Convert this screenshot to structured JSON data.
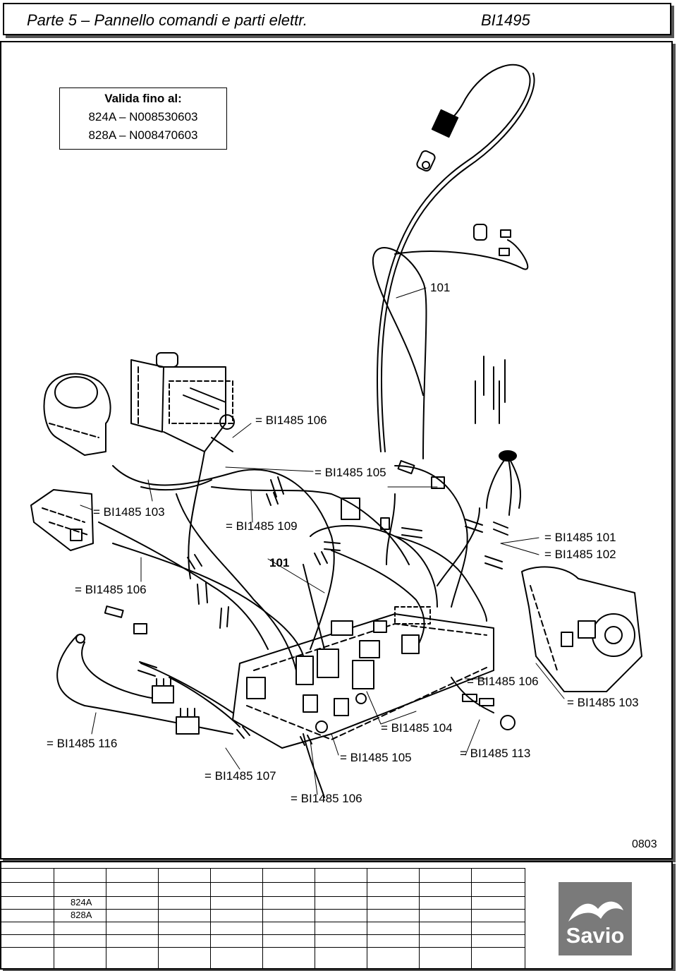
{
  "header": {
    "title": "Parte 5 – Pannello comandi e parti elettr.",
    "code": "BI1495"
  },
  "validity": {
    "title": "Valida fino al:",
    "lines": [
      "824A – N008530603",
      "828A – N008470603"
    ]
  },
  "labels": {
    "l101_top": "101",
    "l_106_a": "= BI1485 106",
    "l_105_a": "= BI1485 105",
    "l_103_a": "= BI1485 103",
    "l_109": "= BI1485 109",
    "l101_mid": "101",
    "l_101": "= BI1485 101",
    "l_102": "= BI1485 102",
    "l_106_b": "= BI1485 106",
    "l_106_c": "= BI1485 106",
    "l_103_b": "= BI1485 103",
    "l_104": "= BI1485 104",
    "l_116": "= BI1485 116",
    "l_105_b": "= BI1485 105",
    "l_113": "= BI1485 113",
    "l_107": "= BI1485 107",
    "l_106_d": "= BI1485 106"
  },
  "date_code": "0803",
  "models": [
    "824A",
    "828A"
  ],
  "logo": {
    "text": "Savio",
    "color": "#7a7a7a"
  }
}
